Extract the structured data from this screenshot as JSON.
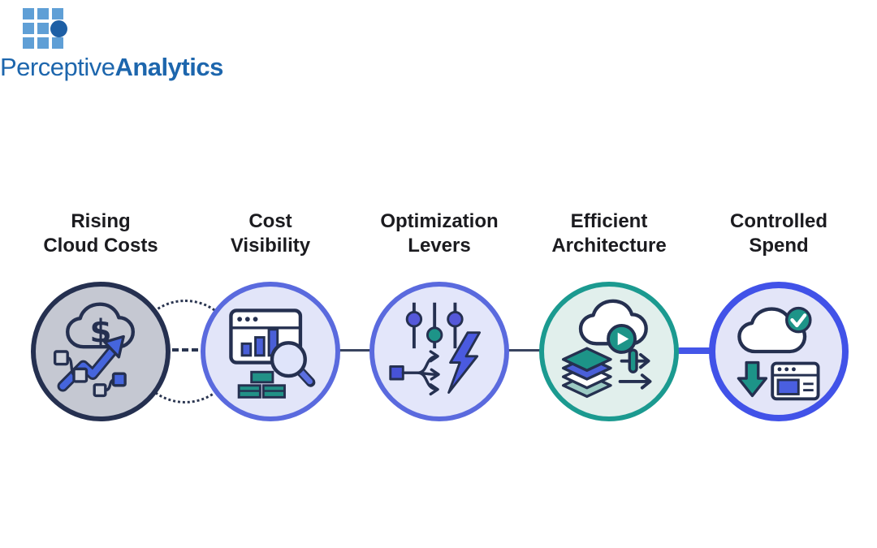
{
  "logo": {
    "brand_first": "Perceptive",
    "brand_second": "Analytics",
    "mark_square_color": "#5f9fd6",
    "mark_dot_color": "#1e5fa5",
    "text_color": "#1d66ad"
  },
  "flow": {
    "stages": [
      {
        "label_line1": "Rising",
        "label_line2": "Cloud Costs",
        "icon": "cloud-dollar-rising-arrow-icon",
        "circle_fill": "#c5c8d2",
        "circle_border": "#253050"
      },
      {
        "label_line1": "Cost",
        "label_line2": "Visibility",
        "icon": "dashboard-chart-magnifier-icon",
        "circle_fill": "#e2e5f9",
        "circle_border": "#5a6ade"
      },
      {
        "label_line1": "Optimization",
        "label_line2": "Levers",
        "icon": "sliders-branch-lightning-icon",
        "circle_fill": "#e3e6fa",
        "circle_border": "#5a6ade"
      },
      {
        "label_line1": "Efficient",
        "label_line2": "Architecture",
        "icon": "cloud-play-layers-arrows-icon",
        "circle_fill": "#e1efec",
        "circle_border": "#1b9a90"
      },
      {
        "label_line1": "Controlled",
        "label_line2": "Spend",
        "icon": "cloud-check-download-browser-icon",
        "circle_fill": "#e3e5f8",
        "circle_border": "#4152e8"
      }
    ],
    "connectors": [
      {
        "from": "Rising Cloud Costs",
        "to": "Cost Visibility",
        "style": "dashed-line-with-dotted-circle",
        "color": "#2a3550"
      },
      {
        "from": "Cost Visibility",
        "to": "Optimization Levers",
        "style": "solid-thin",
        "color": "#39445f"
      },
      {
        "from": "Optimization Levers",
        "to": "Efficient Architecture",
        "style": "solid-thin",
        "color": "#39445f"
      },
      {
        "from": "Efficient Architecture",
        "to": "Controlled Spend",
        "style": "solid-thick",
        "color": "#4456e8"
      }
    ]
  },
  "palette": {
    "background": "#ffffff",
    "label_text": "#1b1b1f",
    "outline_navy": "#253050",
    "accent_blue": "#4565dd",
    "accent_indigo": "#4a5fd8",
    "accent_teal": "#1d9488"
  }
}
